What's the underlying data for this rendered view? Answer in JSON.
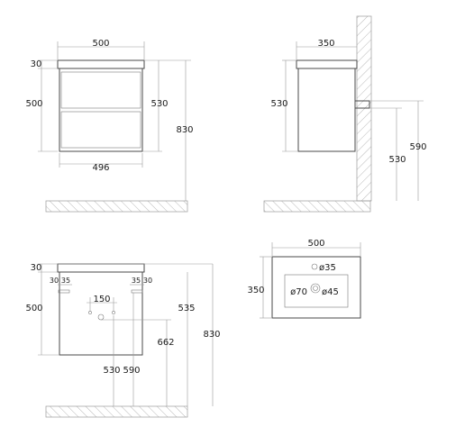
{
  "front_view": {
    "width": "500",
    "top": "30",
    "body": "500",
    "inner": "530",
    "total": "830",
    "inner_width": "496"
  },
  "side_view": {
    "depth": "350",
    "height": "530",
    "wall_top": "590",
    "wall_bottom": "530"
  },
  "plumbing_view": {
    "top": "30",
    "body": "500",
    "left_a": "30",
    "left_b": "35",
    "right_a": "35",
    "right_b": "30",
    "span": "150",
    "h1": "535",
    "h2": "662",
    "total": "830",
    "pipe_a": "530",
    "pipe_b": "590"
  },
  "top_view": {
    "width": "500",
    "depth": "350",
    "overflow": "ø35",
    "tap": "ø70",
    "drain": "ø45"
  }
}
